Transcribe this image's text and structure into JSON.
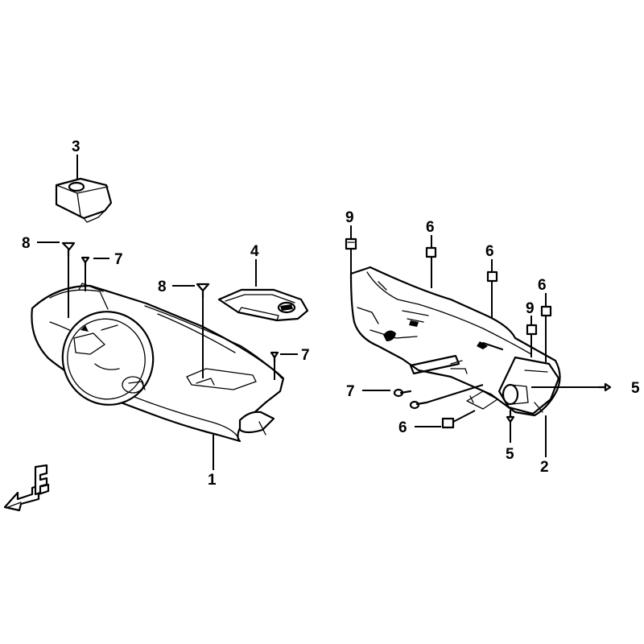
{
  "callouts": {
    "part_1": "1",
    "part_2": "2",
    "part_3": "3",
    "part_4": "4",
    "part_5a": "5",
    "part_5b": "5",
    "part_6a": "6",
    "part_6b": "6",
    "part_6c": "6",
    "part_6d": "6",
    "part_7a": "7",
    "part_7b": "7",
    "part_7c": "7",
    "part_8a": "8",
    "part_8b": "8",
    "part_9a": "9",
    "part_9b": "9"
  },
  "front_arrow": {
    "label": "F",
    "icon": "front-direction-arrow-icon"
  },
  "colors": {
    "line": "#000000",
    "background": "#ffffff"
  }
}
